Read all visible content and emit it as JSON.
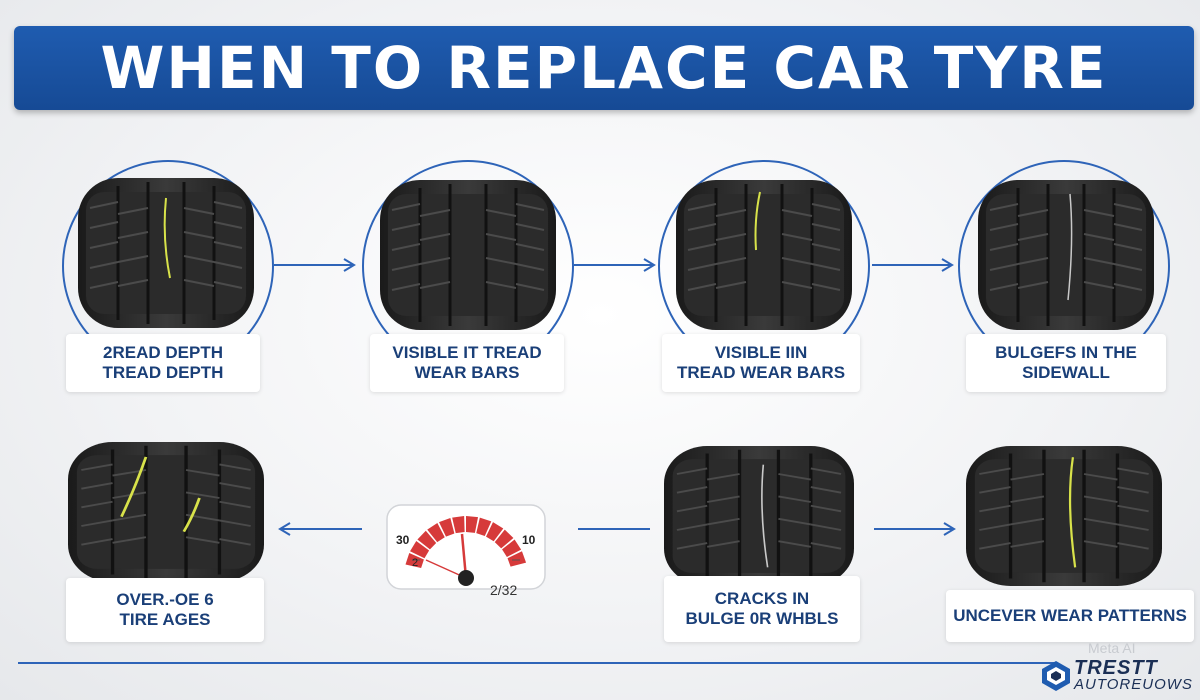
{
  "title": "WHEN TO REPLACE CAR TYRE",
  "steps": [
    {
      "line1": "2READ DEPTH",
      "line2": "TREAD DEPTH"
    },
    {
      "line1": "VISIBLE IT TREAD",
      "line2": "WEAR BARS"
    },
    {
      "line1": "VISIBLE IIN",
      "line2": "TREAD WEAR BARS"
    },
    {
      "line1": "BULGEFS IN THE",
      "line2": "SIDEWALL"
    },
    {
      "line1": "OVER.-OE 6",
      "line2": "TIRE AGES"
    },
    {
      "line1": "CRACKS IN",
      "line2": "BULGE 0R WHBLS"
    },
    {
      "line1": "UNCEVER WEAR PATTERNS",
      "line2": ""
    }
  ],
  "gauge": {
    "left_label": "30",
    "right_label": "10",
    "low_label": "2",
    "reading": "2/32"
  },
  "watermark": "Meta AI",
  "logo": {
    "line1": "TRESTT",
    "line2": "AUTOREUOWS"
  },
  "colors": {
    "brand_blue": "#1f5cb0",
    "accent_blue": "#2e64b8",
    "label_text": "#1a3f78",
    "gauge_red": "#d63a3a"
  }
}
